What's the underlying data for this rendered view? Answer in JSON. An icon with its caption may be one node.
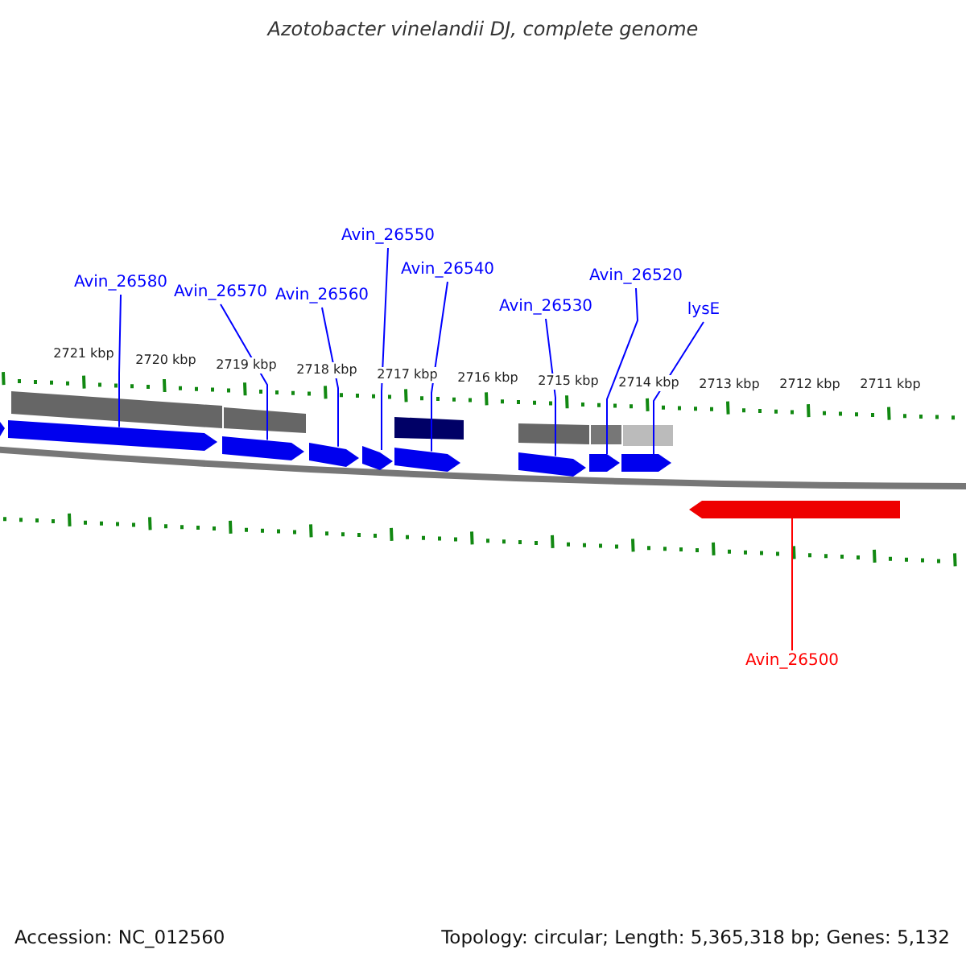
{
  "diagram": {
    "title": "Azotobacter vinelandii DJ, complete genome",
    "nodes": [
      {
        "text": [
          "Avin_26580"
        ]
      },
      {
        "text": [
          "Avin_26570"
        ]
      },
      {
        "text": [
          "Avin_26560"
        ]
      },
      {
        "text": [
          "Avin_26550"
        ]
      },
      {
        "text": [
          "Avin_26540"
        ]
      },
      {
        "text": [
          "Avin_26530"
        ]
      },
      {
        "text": [
          "Avin_26520"
        ]
      },
      {
        "text": [
          "lysE"
        ]
      },
      {
        "text": [
          "Avin_26500"
        ]
      },
      {
        "text": [],
        "shape": "arrow"
      },
      {
        "text": [],
        "shape": "arrow"
      },
      {
        "text": [],
        "shape": "arrow"
      },
      {
        "text": [],
        "shape": "arrow"
      },
      {
        "text": [],
        "shape": "arrow"
      },
      {
        "text": [],
        "shape": "arrow"
      },
      {
        "text": [],
        "shape": "arrow"
      },
      {
        "text": [],
        "shape": "arrow"
      },
      {
        "text": [],
        "shape": "arrow"
      }
    ],
    "edges": [
      {
        "from": 0,
        "to": 9,
        "arrow": "none"
      },
      {
        "from": 1,
        "to": 10,
        "arrow": "none"
      },
      {
        "from": 2,
        "to": 11,
        "arrow": "none"
      },
      {
        "from": 3,
        "to": 12,
        "arrow": "none"
      },
      {
        "from": 4,
        "to": 13,
        "arrow": "none"
      },
      {
        "from": 5,
        "to": 14,
        "arrow": "none"
      },
      {
        "from": 6,
        "to": 15,
        "arrow": "none"
      },
      {
        "from": 7,
        "to": 16,
        "arrow": "none"
      },
      {
        "from": 8,
        "to": 17,
        "arrow": "none",
        "color": "#ff0000"
      }
    ],
    "labels": [
      "2721 kbp",
      "2720 kbp",
      "2719 kbp",
      "2718 kbp",
      "2717 kbp",
      "2716 kbp",
      "2715 kbp",
      "2714 kbp",
      "2713 kbp",
      "2712 kbp",
      "2711 kbp",
      "Accession: NC_012560",
      "Topology: circular; Length: 5,365,318 bp; Genes: 5,132"
    ]
  }
}
